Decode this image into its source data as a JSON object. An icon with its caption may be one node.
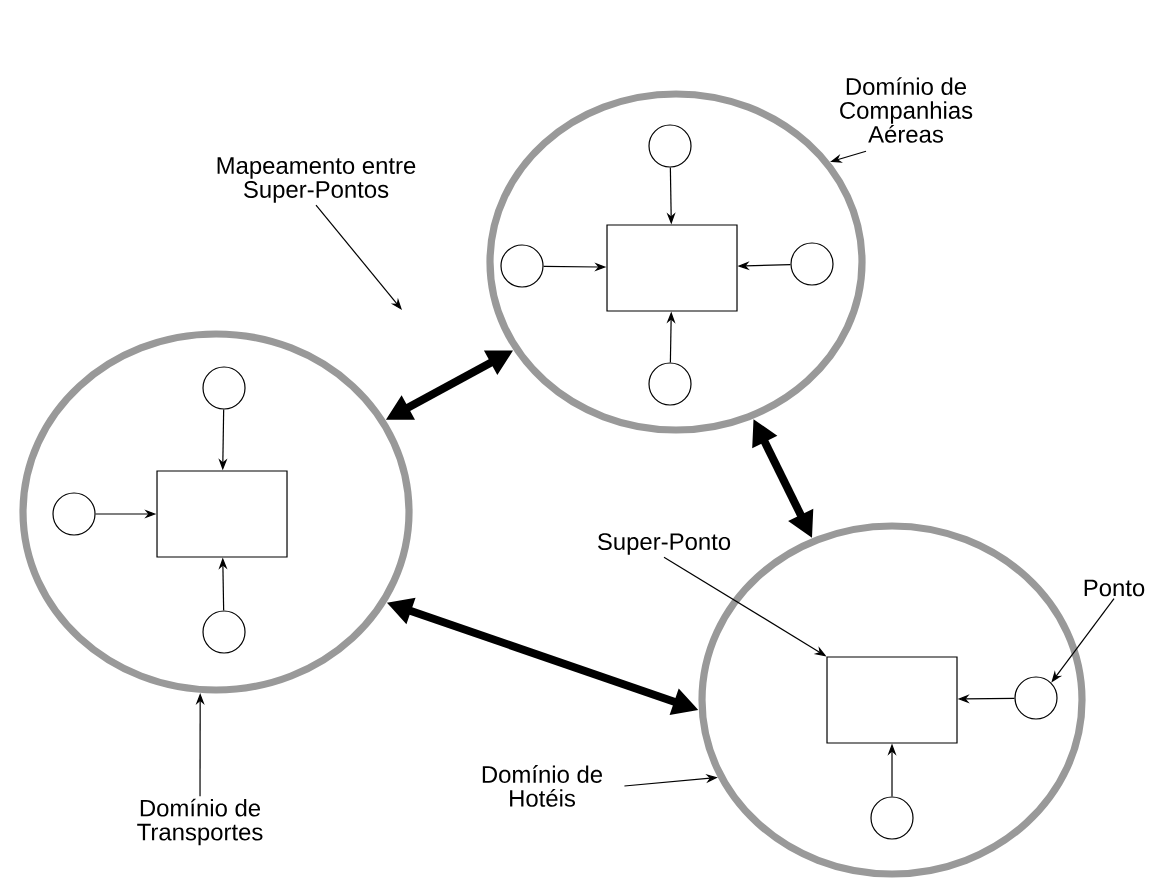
{
  "diagram": {
    "nodes": [
      {
        "text": [],
        "shape": "circle"
      },
      {
        "text": [],
        "shape": "box",
        "in": 0
      },
      {
        "text": [],
        "shape": "circle",
        "in": 0
      },
      {
        "text": [],
        "shape": "circle",
        "in": 0
      },
      {
        "text": [],
        "shape": "circle",
        "in": 0
      },
      {
        "text": [],
        "shape": "circle",
        "in": 0
      },
      {
        "text": [],
        "shape": "circle"
      },
      {
        "text": [],
        "shape": "box",
        "in": 6
      },
      {
        "text": [],
        "shape": "circle",
        "in": 6
      },
      {
        "text": [],
        "shape": "circle",
        "in": 6
      },
      {
        "text": [],
        "shape": "circle",
        "in": 6
      },
      {
        "text": [],
        "shape": "circle"
      },
      {
        "text": [],
        "shape": "box",
        "in": 11
      },
      {
        "text": [],
        "shape": "circle",
        "in": 11
      },
      {
        "text": [],
        "shape": "circle",
        "in": 11
      },
      {
        "text": [
          "Domínio de Companhias Aéreas"
        ]
      },
      {
        "text": [
          "Mapeamento entre Super-Pontos"
        ]
      },
      {
        "text": [
          "Super-Ponto"
        ]
      },
      {
        "text": [
          "Ponto"
        ]
      },
      {
        "text": [
          "Domínio de Hotéis"
        ]
      },
      {
        "text": [
          "Domínio de Transportes"
        ]
      }
    ],
    "edges": [
      {
        "from": 2,
        "to": 1,
        "arrow": "to"
      },
      {
        "from": 3,
        "to": 1,
        "arrow": "to"
      },
      {
        "from": 4,
        "to": 1,
        "arrow": "to"
      },
      {
        "from": 5,
        "to": 1,
        "arrow": "to"
      },
      {
        "from": 8,
        "to": 7,
        "arrow": "to"
      },
      {
        "from": 9,
        "to": 7,
        "arrow": "to"
      },
      {
        "from": 10,
        "to": 7,
        "arrow": "to"
      },
      {
        "from": 13,
        "to": 12,
        "arrow": "to"
      },
      {
        "from": 14,
        "to": 12,
        "arrow": "to"
      },
      {
        "from": 6,
        "to": 0,
        "arrow": "both",
        "style": "thick"
      },
      {
        "from": 0,
        "to": 11,
        "arrow": "both",
        "style": "thick"
      },
      {
        "from": 6,
        "to": 11,
        "arrow": "both",
        "style": "thick"
      },
      {
        "from": 15,
        "to": 0,
        "arrow": "to"
      },
      {
        "from": 16,
        "to": null,
        "arrow": "to"
      },
      {
        "from": 17,
        "to": 12,
        "arrow": "to"
      },
      {
        "from": 18,
        "to": 13,
        "arrow": "to"
      },
      {
        "from": 19,
        "to": 11,
        "arrow": "to"
      },
      {
        "from": 20,
        "to": 6,
        "arrow": "to"
      }
    ]
  }
}
